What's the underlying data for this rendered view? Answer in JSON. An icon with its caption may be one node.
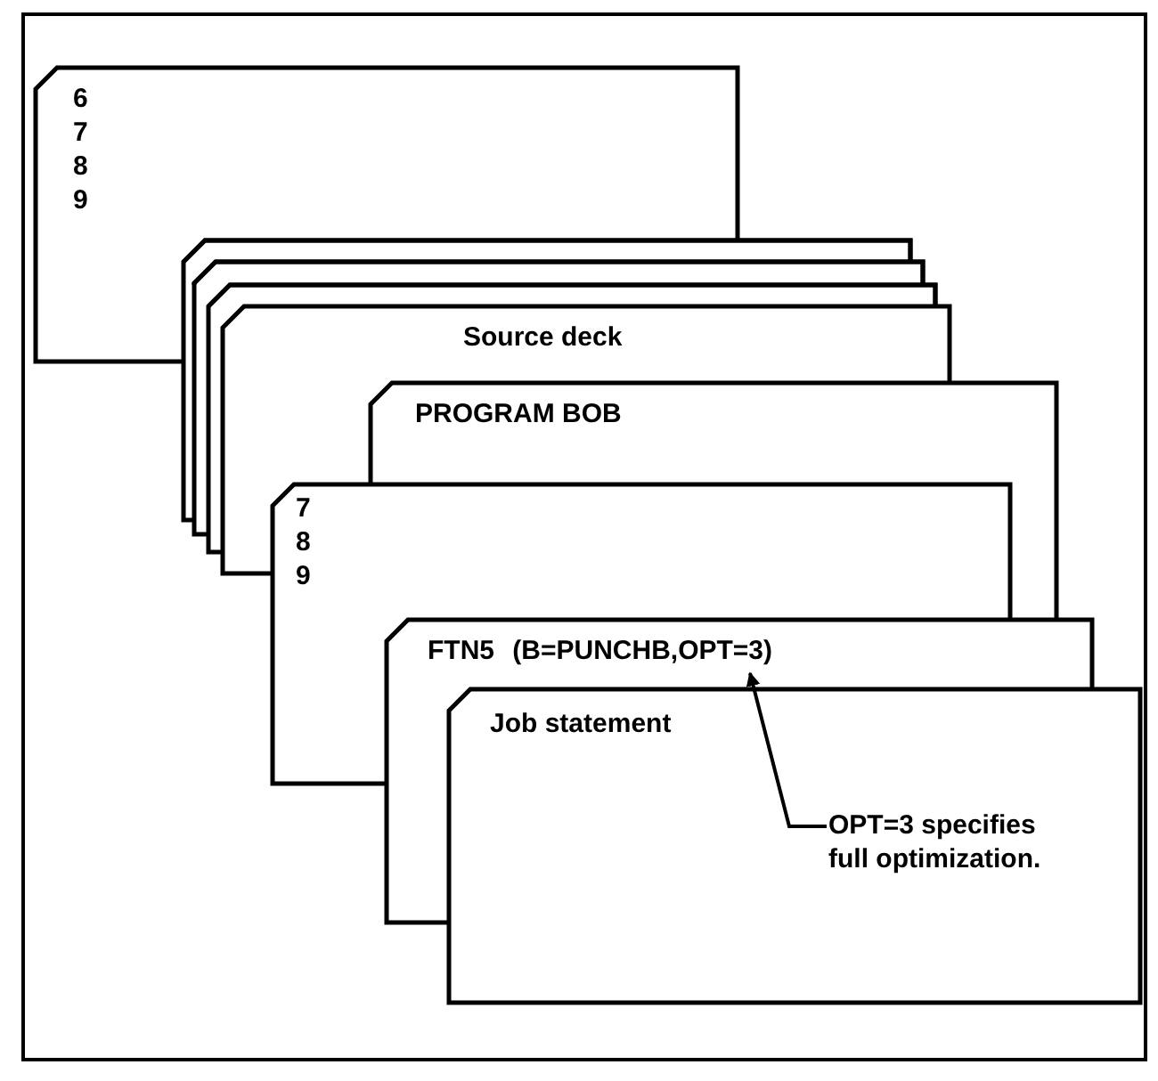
{
  "diagram": {
    "nodes": [
      {
        "text": [
          "6 7 8 9"
        ]
      },
      {
        "text": [],
        "shape": "box"
      },
      {
        "text": [],
        "shape": "box"
      },
      {
        "text": [],
        "shape": "box"
      },
      {
        "text": [
          "Source deck"
        ]
      },
      {
        "text": [
          "PROGRAM BOB"
        ]
      },
      {
        "text": [
          "7 8 9"
        ]
      },
      {
        "text": [
          "FTN5 (B=PUNCHB,OPT=3)"
        ]
      },
      {
        "text": [
          "Job statement"
        ]
      },
      {
        "text": [
          "OPT=3 specifies full optimization."
        ]
      }
    ],
    "edges": [
      {
        "from": 9,
        "to": 7,
        "arrow": "to"
      }
    ]
  }
}
